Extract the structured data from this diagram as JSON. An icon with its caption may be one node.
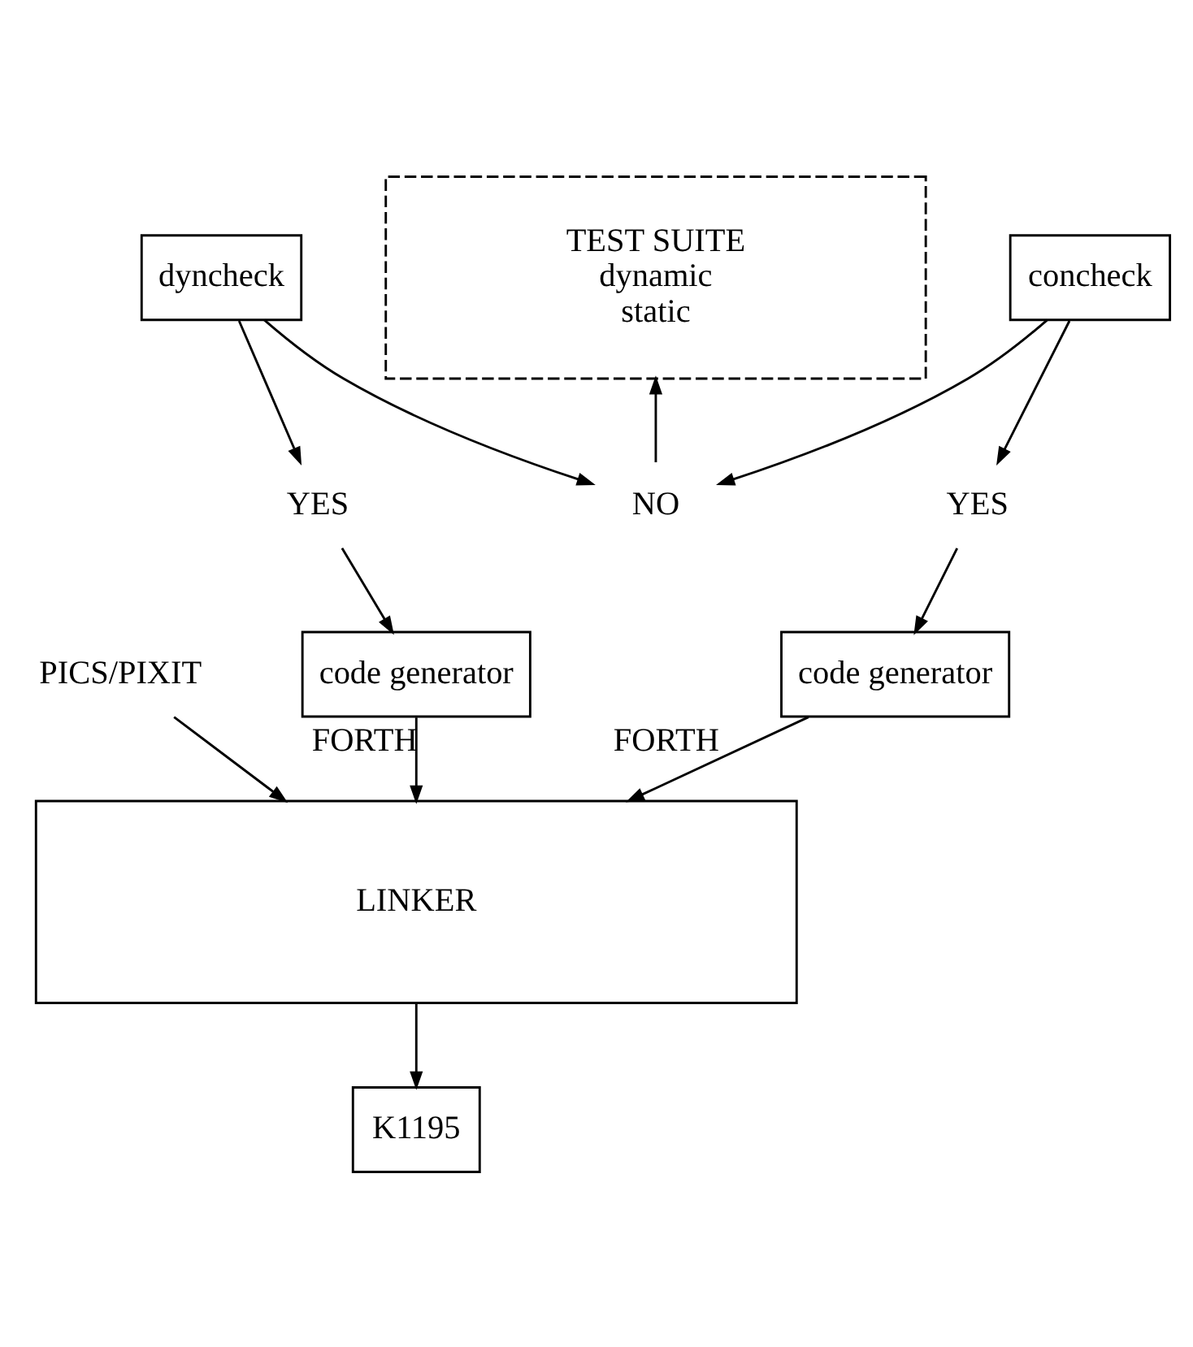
{
  "diagram": {
    "nodes": [
      {
        "text": [
          "PICS/PIXIT"
        ]
      },
      {
        "text": [
          "TEST SUITE",
          "dynamic",
          "static"
        ]
      },
      {
        "text": [
          "dyncheck"
        ]
      },
      {
        "text": [
          "concheck"
        ]
      },
      {
        "text": [
          "YES"
        ]
      },
      {
        "text": [
          "NO"
        ]
      },
      {
        "text": [
          "YES"
        ]
      },
      {
        "text": [
          "code generator"
        ]
      },
      {
        "text": [
          "code generator"
        ]
      },
      {
        "text": [
          "LINKER"
        ]
      },
      {
        "text": [
          "K1195"
        ]
      }
    ],
    "edges": [
      {
        "from": 2,
        "to": 4,
        "arrow": "to"
      },
      {
        "from": 2,
        "to": 5,
        "arrow": "to"
      },
      {
        "from": 3,
        "to": 5,
        "arrow": "to"
      },
      {
        "from": 3,
        "to": 6,
        "arrow": "to"
      },
      {
        "from": 5,
        "to": 1,
        "arrow": "to"
      },
      {
        "from": 4,
        "to": 7,
        "arrow": "to"
      },
      {
        "from": 6,
        "to": 8,
        "arrow": "to"
      },
      {
        "from": 7,
        "to": 9,
        "label": "FORTH",
        "arrow": "to"
      },
      {
        "from": 8,
        "to": 9,
        "label": "FORTH",
        "arrow": "to"
      },
      {
        "from": 0,
        "to": 9,
        "arrow": "to"
      },
      {
        "from": 9,
        "to": 10,
        "arrow": "to"
      }
    ]
  }
}
